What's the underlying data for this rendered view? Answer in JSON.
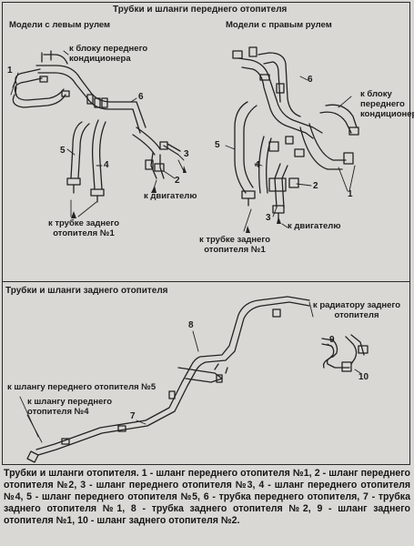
{
  "top_section": {
    "title": "Трубки и шланги переднего отопителя",
    "left_model_title": "Модели с левым рулем",
    "right_model_title": "Модели с правым рулем",
    "left": {
      "to_ac_unit": [
        "к блоку переднего",
        "кондиционера"
      ],
      "to_engine": "к двигателю",
      "to_rear_tube": [
        "к трубке заднего",
        "отопителя №1"
      ],
      "callouts": [
        "1",
        "6",
        "5",
        "4",
        "3",
        "2"
      ]
    },
    "right": {
      "to_ac_unit": [
        "к блоку",
        "переднего",
        "кондиционера"
      ],
      "to_engine": "к двигателю",
      "to_rear_tube": [
        "к трубке заднего",
        "отопителя №1"
      ],
      "callouts": [
        "6",
        "5",
        "4",
        "2",
        "3",
        "1"
      ]
    }
  },
  "bottom_section": {
    "title": "Трубки и шланги заднего отопителя",
    "to_radiator": [
      "к радиатору заднего",
      "отопителя"
    ],
    "to_hose_5": "к шлангу переднего отопителя №5",
    "to_hose_4": [
      "к шлангу переднего",
      "отопителя №4"
    ],
    "callouts": [
      "8",
      "9",
      "10",
      "7"
    ]
  },
  "caption": "Трубки и шланги отопителя. 1 - шланг переднего отопителя №1, 2 - шланг переднего отопителя №2, 3 - шланг переднего отопителя №3, 4 - шланг переднего отопителя №4, 5 - шланг переднего отопителя №5, 6 - трубка переднего отопителя, 7 - трубка заднего отопителя №1, 8 - трубка заднего отопителя №2, 9 - шланг заднего отопителя №1, 10 - шланг заднего отопителя №2."
}
